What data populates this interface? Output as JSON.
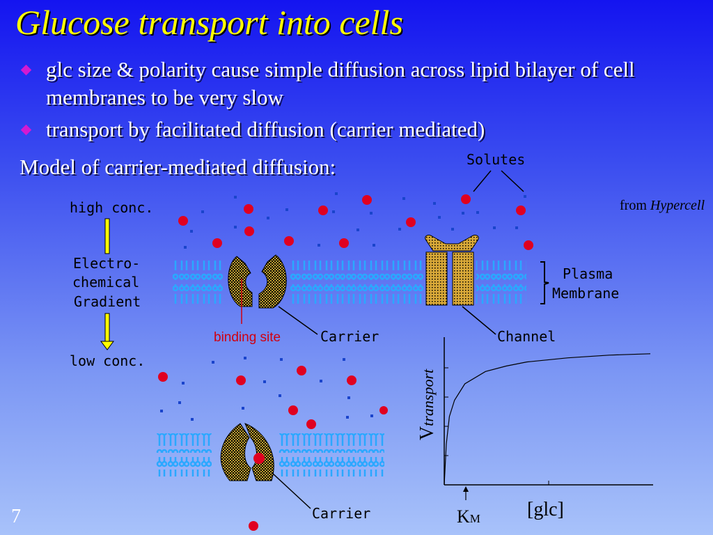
{
  "slide": {
    "title": "Glucose transport into cells",
    "bullets": [
      "glc size & polarity cause simple diffusion across lipid bilayer of cell membranes to be very slow",
      "transport by facilitated diffusion (carrier mediated)"
    ],
    "subheading": "Model of carrier-mediated diffusion:",
    "credit_prefix": "from",
    "credit_source": "Hypercell",
    "slide_number": "7"
  },
  "diagram": {
    "solutes_label": "Solutes",
    "high_conc": "high conc.",
    "low_conc": "low conc.",
    "gradient_line1": "Electro-",
    "gradient_line2": "chemical",
    "gradient_line3": "Gradient",
    "plasma_line1": "Plasma",
    "plasma_line2": "Membrane",
    "binding_site": "binding site",
    "carrier_label": "Carrier",
    "channel_label": "Channel",
    "carrier_label_2": "Carrier",
    "colors": {
      "solute_large": "#e00020",
      "solute_small": "#1a44cc",
      "lipid": "#2aa8ff",
      "carrier_fill": "#c8a030",
      "channel_fill": "#dca830",
      "binding_site_text": "#d00010"
    }
  },
  "graph": {
    "y_label_V": "V",
    "y_label_sub": "transport",
    "x_label": "[glc]",
    "km_K": "K",
    "km_M": "M"
  },
  "chart_data": {
    "type": "line",
    "title": "",
    "xlabel": "[glc]",
    "ylabel": "Vtransport",
    "series": [
      {
        "x": [
          0,
          0.1,
          0.25,
          0.5,
          1,
          2,
          3,
          4,
          6,
          8,
          10
        ],
        "y": [
          0,
          0.3,
          0.5,
          0.62,
          0.74,
          0.83,
          0.87,
          0.9,
          0.93,
          0.95,
          0.96
        ]
      }
    ]
  }
}
